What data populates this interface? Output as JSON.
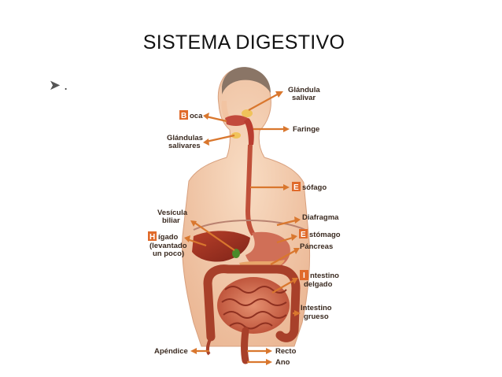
{
  "slide": {
    "title": "SISTEMA DIGESTIVO",
    "bullet_text": "."
  },
  "diagram": {
    "labels": {
      "glandula_salivar": [
        "Glándula",
        "salivar"
      ],
      "boca": {
        "initial": "B",
        "rest": "oca"
      },
      "faringe": "Faringe",
      "glandulas_salivares": [
        "Glándulas",
        "salivares"
      ],
      "esofago": {
        "initial": "E",
        "rest": "sófago"
      },
      "vesicula_biliar": [
        "Vesícula",
        "biliar"
      ],
      "diafragma": "Diafragma",
      "higado": {
        "initial": "H",
        "rest": "ígado",
        "extra": [
          "(levantado",
          "un poco)"
        ]
      },
      "estomago": {
        "initial": "E",
        "rest": "stómago"
      },
      "pancreas": "Páncreas",
      "intestino_delgado": {
        "initial": "I",
        "rest": "ntestino",
        "extra": "delgado"
      },
      "intestino_grueso": [
        "Intestino",
        "grueso"
      ],
      "apendice": "Apéndice",
      "recto": "Recto",
      "ano": "Ano"
    },
    "colors": {
      "arrow": "#d9772e",
      "label_box": "#e06a2a",
      "skin": "#f3c9a8",
      "organ": "#c2492e"
    }
  }
}
